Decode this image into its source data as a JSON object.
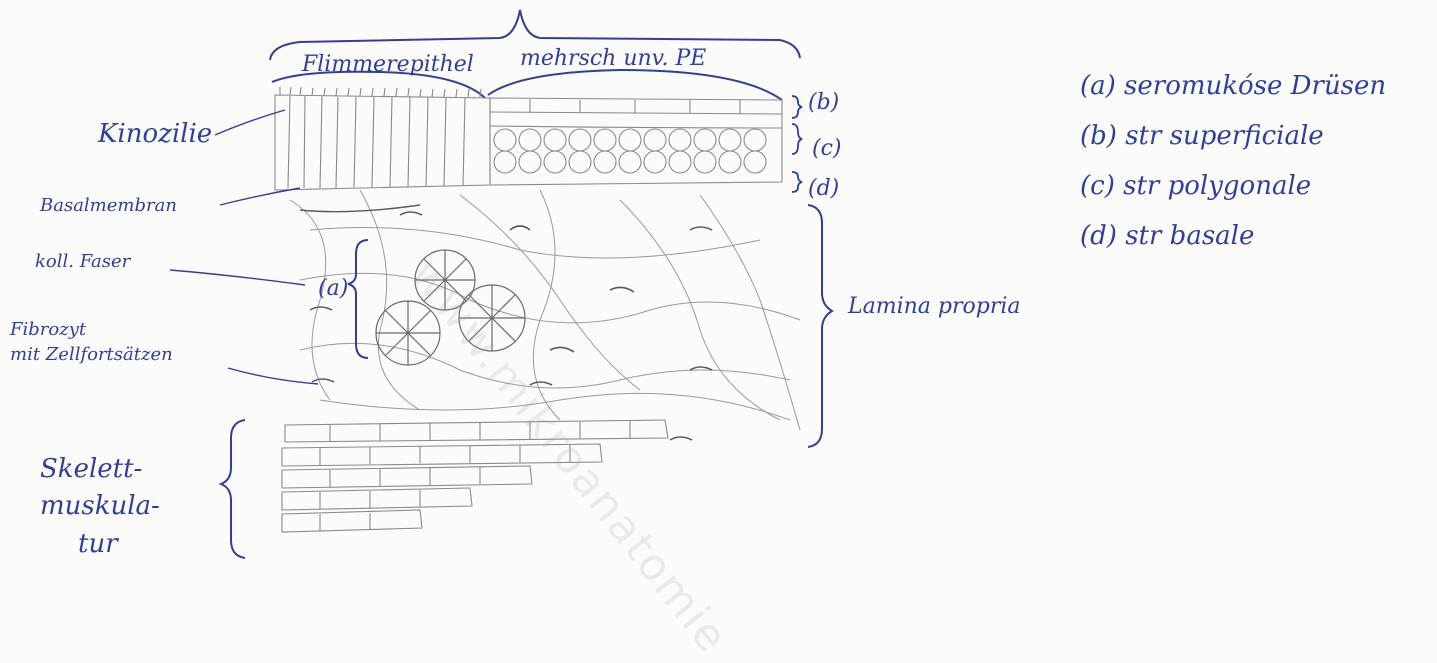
{
  "colors": {
    "pen": "#2f3f9e",
    "pencil": "#8a8a8a",
    "paper": "#fbfbfa"
  },
  "labels": {
    "flimmerepithel": "Flimmerepithel",
    "mehrsch_unv_pe": "mehrsch unv. PE",
    "kinozilie": "Kinozilie",
    "basalmembran": "Basalmembran",
    "koll_faser": "koll. Faser",
    "fibrozyt_line1": "Fibrozyt",
    "fibrozyt_line2": "mit Zellfortsätzen",
    "skelett_line1": "Skelett-",
    "skelett_line2": "muskula-",
    "skelett_line3": "tur",
    "lamina_propria": "Lamina propria",
    "marker_a": "(a)",
    "marker_b": "(b)",
    "marker_c": "(c)",
    "marker_d": "(d)"
  },
  "legend": [
    "(a) seromukóse Drüsen",
    "(b) str superficiale",
    "(c) str polygonale",
    "(d) str basale"
  ],
  "watermark": "www.mikroanatomie"
}
